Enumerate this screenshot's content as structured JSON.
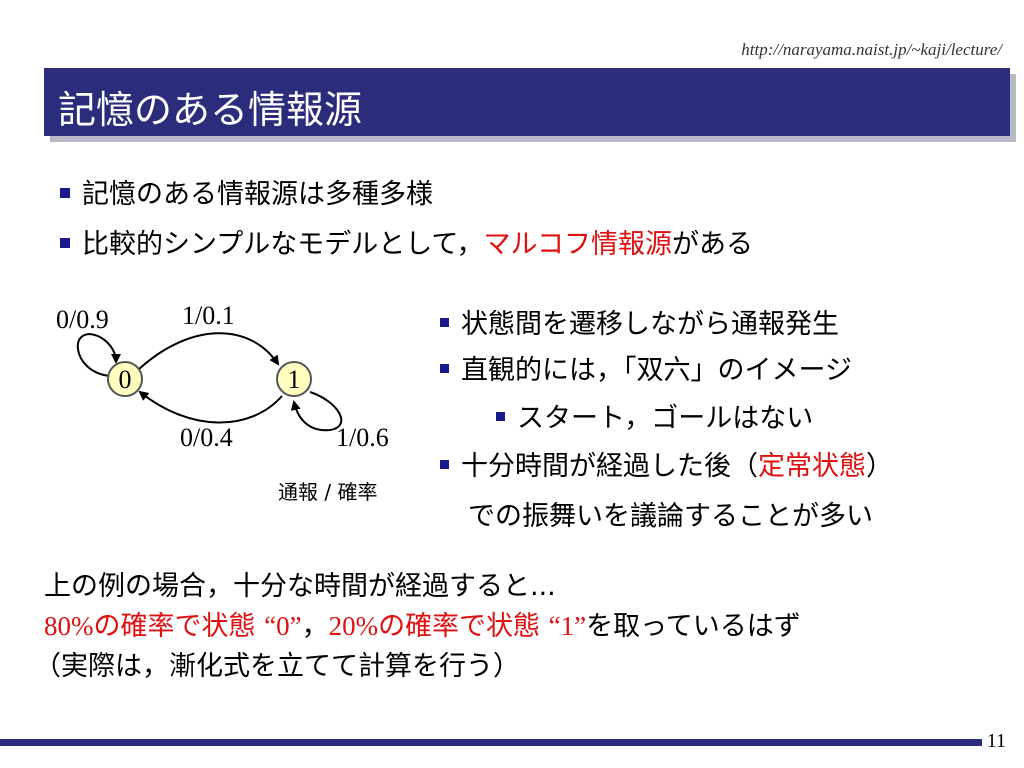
{
  "header": {
    "url": "http://narayama.naist.jp/~kaji/lecture/"
  },
  "title": "記憶のある情報源",
  "bullets_top": [
    {
      "text": "記憶のある情報源は多種多様"
    },
    {
      "pre": "比較的シンプルなモデルとして，",
      "highlight": "マルコフ情報源",
      "post": "がある"
    }
  ],
  "diagram": {
    "states": [
      "0",
      "1"
    ],
    "labels": {
      "self_0": "0/0.9",
      "edge_0_1": "1/0.1",
      "edge_1_0": "0/0.4",
      "self_1": "1/0.6"
    },
    "caption": "通報 / 確率",
    "colors": {
      "state_fill": "#ffffc0",
      "state_stroke": "#555555"
    }
  },
  "bullets_right": [
    {
      "text": "状態間を遷移しながら通報発生"
    },
    {
      "text": "直観的には，「双六」のイメージ"
    },
    {
      "text": "スタート，ゴールはない"
    },
    {
      "pre": "十分時間が経過した後（",
      "highlight": "定常状態",
      "post": "）"
    },
    {
      "text": "での振舞いを議論することが多い"
    }
  ],
  "summary": {
    "line1": "上の例の場合，十分な時間が経過すると...",
    "line2": {
      "p1": "80%",
      "p2": "の確率で状態 ",
      "p3": "“0”",
      "p4": "，",
      "p5": "20%",
      "p6": "の確率で状態 ",
      "p7": "“1”",
      "p8": "を取っているはず"
    },
    "line3": "（実際は，漸化式を立てて計算を行う）"
  },
  "footer": {
    "page": "11"
  },
  "colors": {
    "title_bar": "#2c2c7c",
    "accent_red": "#e01010",
    "bullet": "#1a1a8c"
  }
}
